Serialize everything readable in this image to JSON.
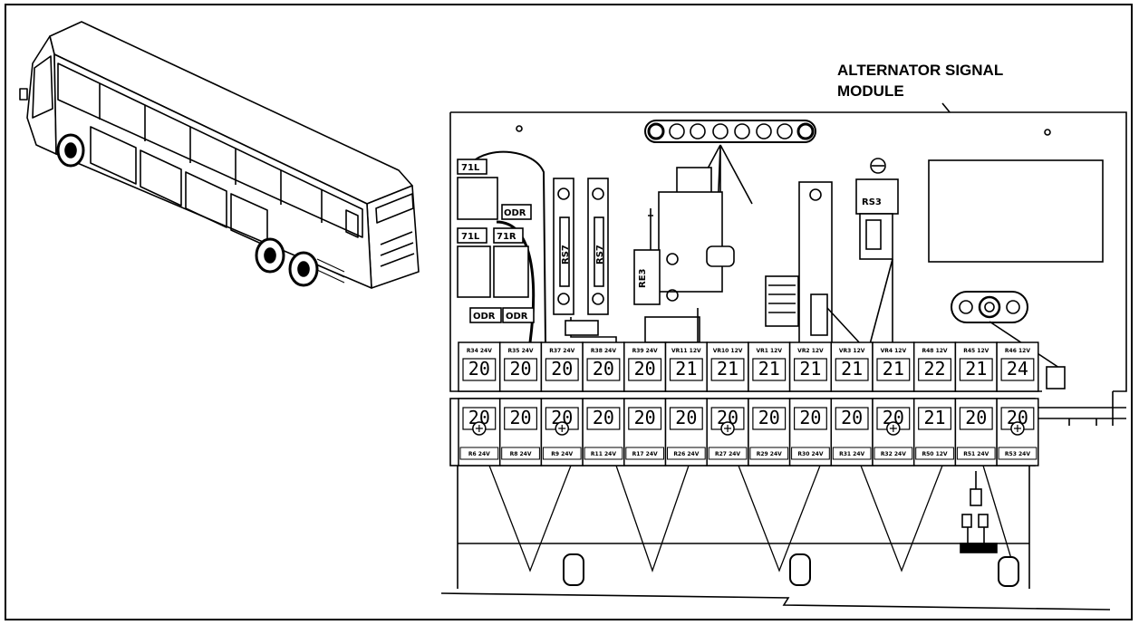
{
  "callout": {
    "line1": "ALTERNATOR SIGNAL",
    "line2": "MODULE"
  },
  "labels": {
    "l71_top": "71L",
    "l71_mid": "71L",
    "r71": "71R",
    "odr_1": "ODR",
    "odr_2": "ODR",
    "odr_3": "ODR",
    "rs7_left": "RS7",
    "rs7_right": "RS7",
    "re3": "RE3",
    "rs3": "RS3"
  },
  "top_row_relays": [
    {
      "num": "20",
      "tag": "R34 24V"
    },
    {
      "num": "20",
      "tag": "R35 24V"
    },
    {
      "num": "20",
      "tag": "R37 24V"
    },
    {
      "num": "20",
      "tag": "R38 24V"
    },
    {
      "num": "20",
      "tag": "R39 24V"
    },
    {
      "num": "21",
      "tag": "VR11 12V"
    },
    {
      "num": "21",
      "tag": "VR10 12V"
    },
    {
      "num": "21",
      "tag": "VR1 12V"
    },
    {
      "num": "21",
      "tag": "VR2 12V"
    },
    {
      "num": "21",
      "tag": "VR3 12V"
    },
    {
      "num": "21",
      "tag": "VR4 12V"
    },
    {
      "num": "22",
      "tag": "R48 12V"
    },
    {
      "num": "21",
      "tag": "R45 12V"
    },
    {
      "num": "24",
      "tag": "R46 12V"
    }
  ],
  "bottom_row_relays": [
    {
      "num": "20",
      "tag": "R6 24V",
      "marker": true
    },
    {
      "num": "20",
      "tag": "R8 24V",
      "marker": false
    },
    {
      "num": "20",
      "tag": "R9 24V",
      "marker": true
    },
    {
      "num": "20",
      "tag": "R11 24V",
      "marker": false
    },
    {
      "num": "20",
      "tag": "R17 24V",
      "marker": false
    },
    {
      "num": "20",
      "tag": "R26 24V",
      "marker": false
    },
    {
      "num": "20",
      "tag": "R27 24V",
      "marker": true
    },
    {
      "num": "20",
      "tag": "R29 24V",
      "marker": false
    },
    {
      "num": "20",
      "tag": "R30 24V",
      "marker": false
    },
    {
      "num": "20",
      "tag": "R31 24V",
      "marker": false
    },
    {
      "num": "20",
      "tag": "R32 24V",
      "marker": true
    },
    {
      "num": "21",
      "tag": "R50 12V",
      "marker": false
    },
    {
      "num": "20",
      "tag": "R51 24V",
      "marker": false
    },
    {
      "num": "20",
      "tag": "R53 24V",
      "marker": true
    }
  ]
}
